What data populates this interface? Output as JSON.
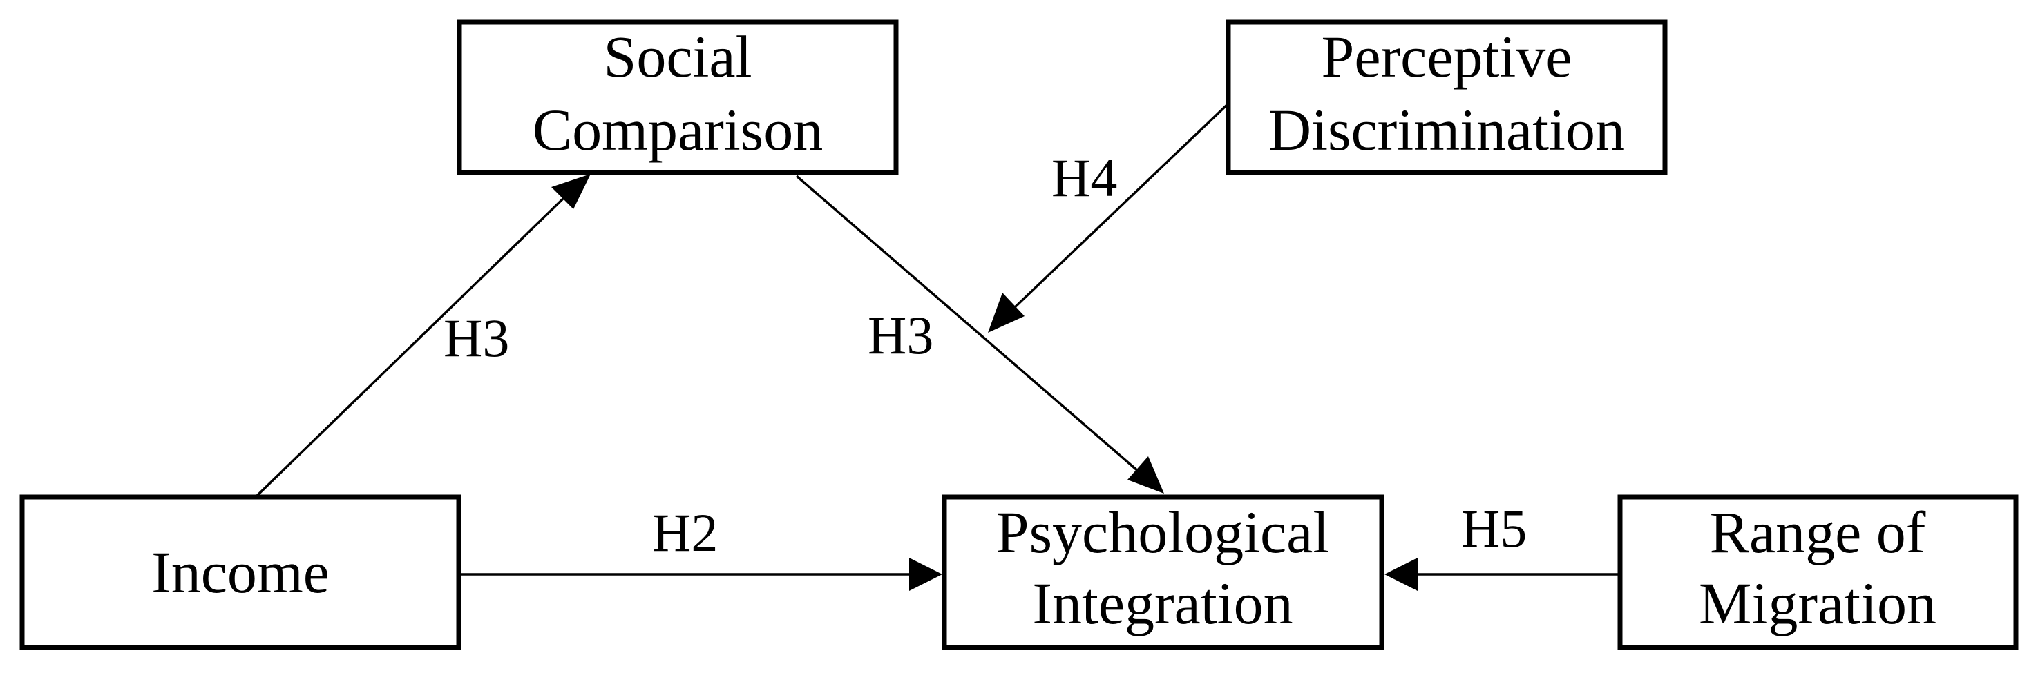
{
  "nodes": {
    "social_comparison": [
      "Social",
      "Comparison"
    ],
    "perceptive_discrimination": [
      "Perceptive",
      "Discrimination"
    ],
    "income": [
      "Income"
    ],
    "psychological_integration": [
      "Psychological",
      "Integration"
    ],
    "range_of_migration": [
      "Range of",
      "Migration"
    ]
  },
  "edges": {
    "income_to_social_comparison": "H3",
    "social_comparison_to_psychological_integration": "H3",
    "perceptive_discrimination_moderation": "H4",
    "income_to_psychological_integration": "H2",
    "range_of_migration_to_psychological_integration": "H5"
  }
}
